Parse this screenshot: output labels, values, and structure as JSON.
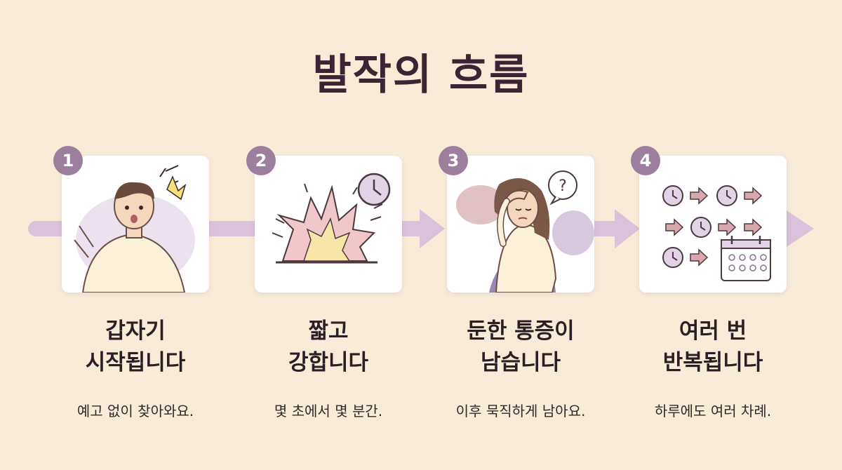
{
  "title": "발작의 흐름",
  "colors": {
    "background": "#f8ecd9",
    "accent": "#9c7f9d",
    "arrow": "#d9c2da",
    "title": "#3b2433"
  },
  "steps": [
    {
      "number": "1",
      "heading_lines": [
        "갑자기",
        "시작됩니다"
      ],
      "description": "예고 없이 찾아와요.",
      "icon": "startled-person-icon"
    },
    {
      "number": "2",
      "heading_lines": [
        "짧고",
        "강합니다"
      ],
      "description": "몇 초에서 몇 분간.",
      "icon": "burst-and-clock-icon"
    },
    {
      "number": "3",
      "heading_lines": [
        "둔한 통증이",
        "남습니다"
      ],
      "description": "이후 묵직하게 남아요.",
      "icon": "tired-woman-icon"
    },
    {
      "number": "4",
      "heading_lines": [
        "여러 번",
        "반복됩니다"
      ],
      "description": "하루에도 여러 차례.",
      "icon": "repeating-clocks-calendar-icon"
    }
  ]
}
